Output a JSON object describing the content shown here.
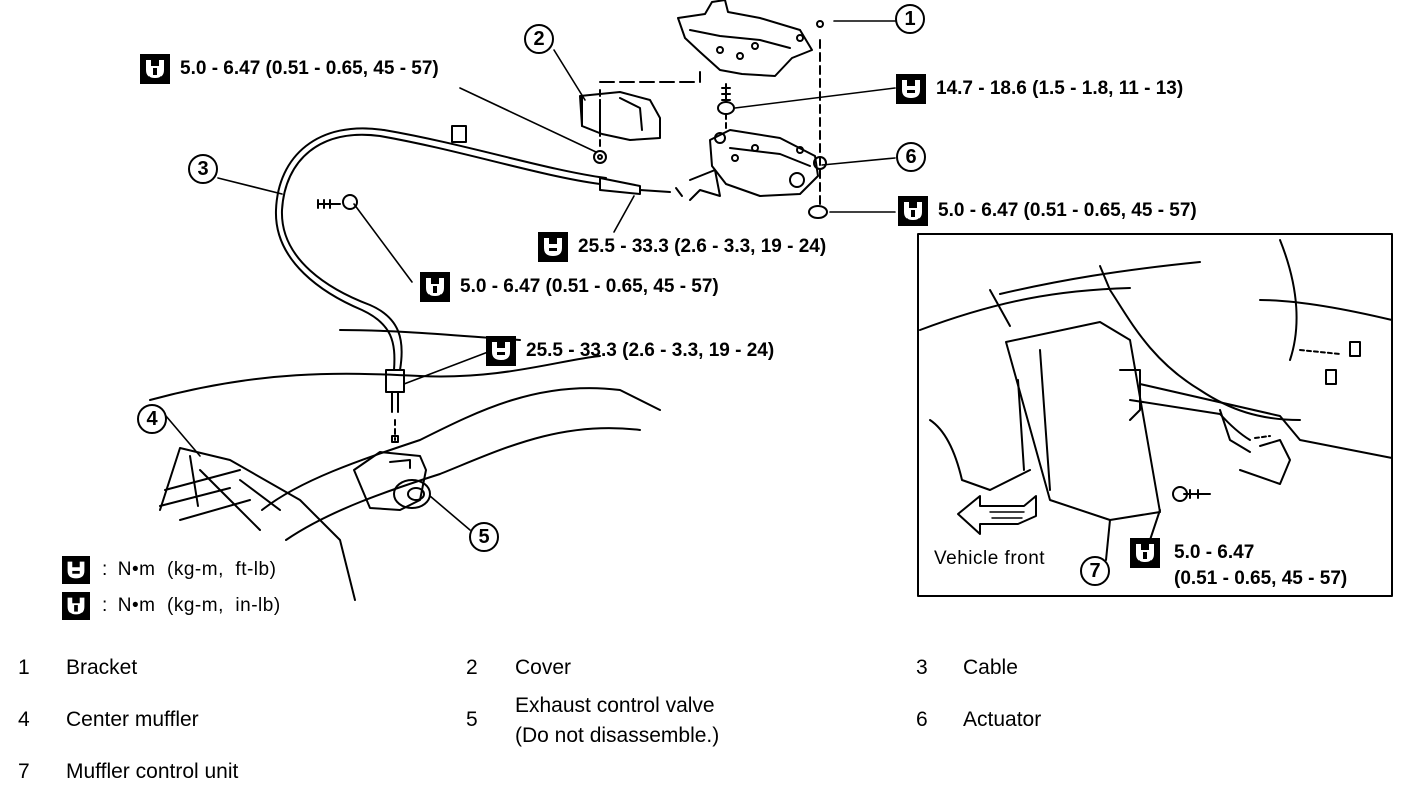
{
  "torque_labels": {
    "t1": "5.0 - 6.47 (0.51 - 0.65, 45 - 57)",
    "t2": "14.7 - 18.6 (1.5 - 1.8, 11 - 13)",
    "t3": "5.0 - 6.47 (0.51 - 0.65, 45 - 57)",
    "t4": "25.5 - 33.3 (2.6 - 3.3, 19 - 24)",
    "t5": "5.0 - 6.47 (0.51 - 0.65, 45 - 57)",
    "t6": "25.5 - 33.3 (2.6 - 3.3, 19 - 24)",
    "t7_line1": "5.0 - 6.47",
    "t7_line2": "(0.51 - 0.65, 45 - 57)"
  },
  "callouts": [
    "1",
    "2",
    "3",
    "4",
    "5",
    "6",
    "7"
  ],
  "inset": {
    "vehicle_front": "Vehicle front"
  },
  "legend": [
    {
      "icon": "torque-wrench-nm-icon",
      "colon": ":",
      "text": "N•m  (kg-m,  ft-lb)"
    },
    {
      "icon": "torque-wrench-inlb-icon",
      "colon": ":",
      "text": "N•m  (kg-m,  in-lb)"
    }
  ],
  "parts": [
    {
      "num": "1",
      "name": "Bracket"
    },
    {
      "num": "2",
      "name": "Cover"
    },
    {
      "num": "3",
      "name": "Cable"
    },
    {
      "num": "4",
      "name": "Center muffler"
    },
    {
      "num": "5",
      "name": "Exhaust control valve",
      "note": "(Do not disassemble.)"
    },
    {
      "num": "6",
      "name": "Actuator"
    },
    {
      "num": "7",
      "name": "Muffler control unit"
    }
  ]
}
